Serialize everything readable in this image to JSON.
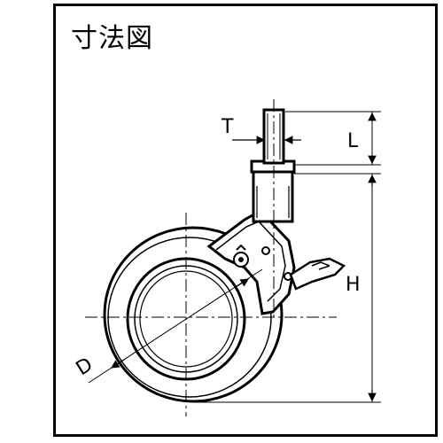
{
  "title": "寸法図",
  "labels": {
    "T": "T",
    "L": "L",
    "H": "H",
    "D": "D"
  },
  "colors": {
    "line": "#000000",
    "fill": "#ffffff"
  }
}
